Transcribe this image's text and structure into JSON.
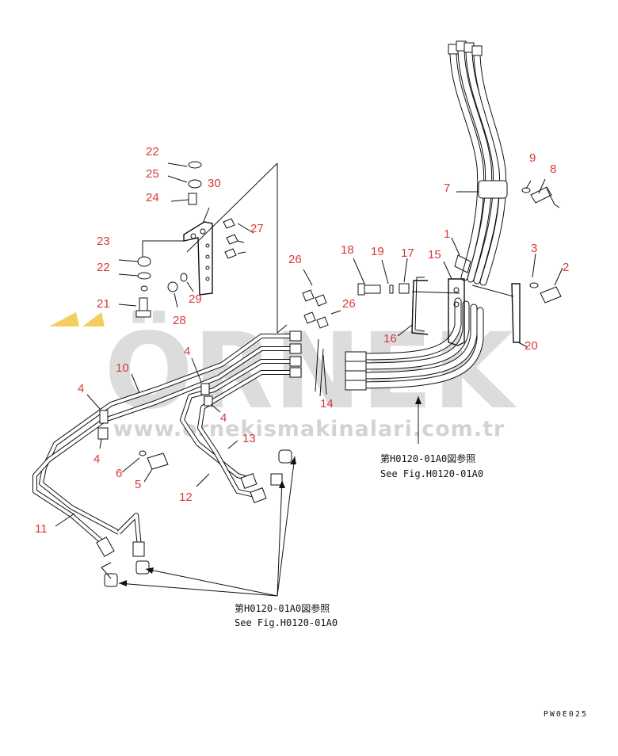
{
  "watermark": {
    "brand": "ÖRNEK",
    "url": "www.ornekismakinalari.com.tr",
    "accent_color": "#f2c94c"
  },
  "parts": [
    {
      "num": "1"
    },
    {
      "num": "2"
    },
    {
      "num": "3"
    },
    {
      "num": "4"
    },
    {
      "num": "4"
    },
    {
      "num": "4"
    },
    {
      "num": "4"
    },
    {
      "num": "5"
    },
    {
      "num": "6"
    },
    {
      "num": "7"
    },
    {
      "num": "8"
    },
    {
      "num": "9"
    },
    {
      "num": "10"
    },
    {
      "num": "11"
    },
    {
      "num": "12"
    },
    {
      "num": "13"
    },
    {
      "num": "14"
    },
    {
      "num": "15"
    },
    {
      "num": "16"
    },
    {
      "num": "17"
    },
    {
      "num": "18"
    },
    {
      "num": "19"
    },
    {
      "num": "20"
    },
    {
      "num": "21"
    },
    {
      "num": "22"
    },
    {
      "num": "22"
    },
    {
      "num": "23"
    },
    {
      "num": "24"
    },
    {
      "num": "25"
    },
    {
      "num": "26"
    },
    {
      "num": "26"
    },
    {
      "num": "27"
    },
    {
      "num": "28"
    },
    {
      "num": "29"
    },
    {
      "num": "30"
    }
  ],
  "references": [
    {
      "jp": "第H0120-01A0図参照",
      "en": "See Fig.H0120-01A0"
    },
    {
      "jp": "第H0120-01A0図参照",
      "en": "See Fig.H0120-01A0"
    }
  ],
  "drawing_code": "PW0E025",
  "colors": {
    "part_number": "#d83a3a",
    "line": "#111111",
    "watermark": "#d6d6d6"
  }
}
